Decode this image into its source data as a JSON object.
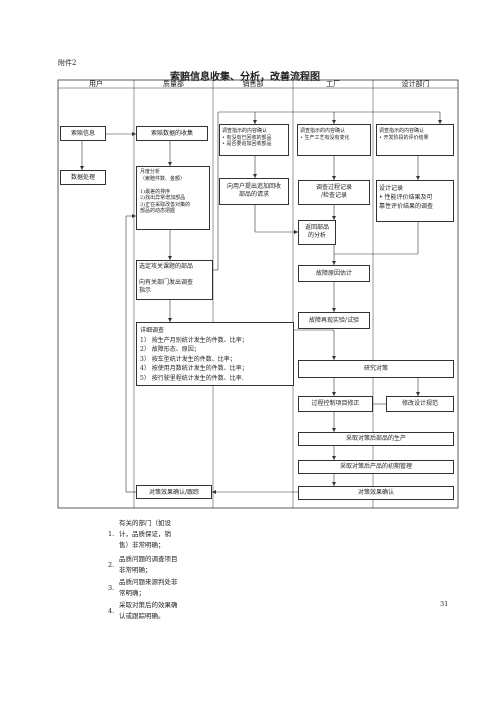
{
  "attachment": "附件2",
  "title": "索赔信息收集、分析，改善流程图",
  "lanes": [
    "用户",
    "质量部",
    "销售部",
    "工厂",
    "设计部门"
  ],
  "boxes": {
    "claim_info": "索赔信息",
    "data_process": "数据处理",
    "collect": "索赔数据的收集",
    "monthly": [
      "月度分析",
      "（索赔件数、金额）",
      "",
      "1)最差的排序",
      "2)找出异常增加部品",
      "3)正在采取改善对策的",
      "部品的动态把握"
    ],
    "select": [
      "选定攻关课题的部品",
      "",
      "向有关部门发出调查",
      "指示"
    ],
    "detail": [
      "详细调查",
      "1） 按生产月别统计发生的件数、比率；",
      "2） 故障形态、原因；",
      "3） 按车型统计发生的件数、比率；",
      "4） 按使用月数统计发生的件数、比率；",
      "5） 按行驶里程统计发生的件数、比率."
    ],
    "confirm_q": "对策效果确认/跟踪",
    "sales_check": [
      "调查指示的内容确认",
      "• 有没有已回收的部品",
      "• 是否要追加回收部品"
    ],
    "sales_request": [
      "向用户提出追加回收",
      "部品的请求"
    ],
    "factory_check": [
      "调查指示的内容确认",
      "• 生产工艺有没有变化"
    ],
    "process_record": [
      "调查过程记录",
      "/检查记录"
    ],
    "return_parts": [
      "返回部品",
      "的分析"
    ],
    "cause": "故障原因估计",
    "reproduce": "故障再现实验/试验",
    "research": "研究对策",
    "process_fix": "过程控制项目修正",
    "spec_fix": "修改设计规范",
    "produce": "采取对策后部品的生产",
    "initial": "采取对策后产品的初期管理",
    "confirm_f": "对策效果确认",
    "design_check": [
      "调查指示的内容确认",
      "• 开发阶段的评价结果"
    ],
    "design_record": [
      "设计记录",
      "• 性能评价结果及可",
      "靠性评价结果的调查"
    ]
  },
  "notes": [
    {
      "num": "1.",
      "lines": [
        "有关的部门（如设",
        "计，品质保证，销",
        "售）非常明确；"
      ]
    },
    {
      "num": "2.",
      "lines": [
        "品质问题的调查项目",
        "非常明确；"
      ]
    },
    {
      "num": "3.",
      "lines": [
        "品质问题来源判处非",
        "常明确；"
      ]
    },
    {
      "num": "4.",
      "lines": [
        "采取对策后的效果确",
        "认或跟踪明确。"
      ]
    }
  ],
  "page_number": "31"
}
